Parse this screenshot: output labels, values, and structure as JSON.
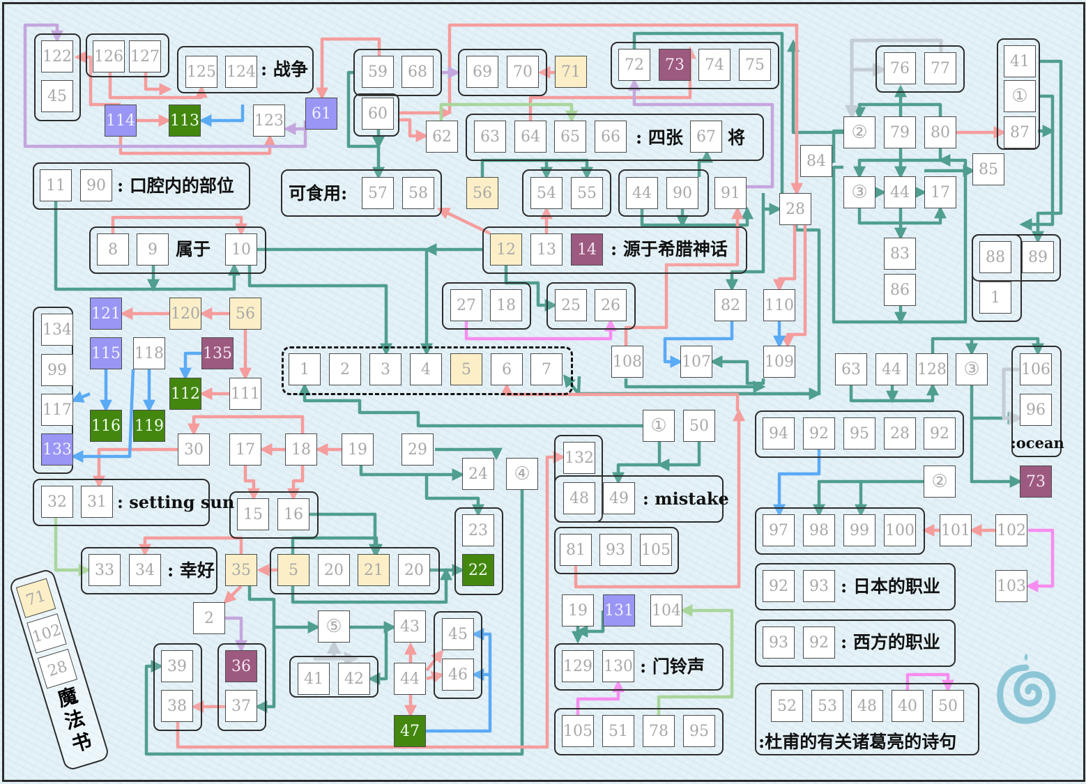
{
  "labels": {
    "war": ": 战争",
    "four_generals_a": ": 四张",
    "four_generals_b": "将",
    "edible": "可食用:",
    "mouth_parts": ": 口腔内的部位",
    "belongs_to": "属于",
    "greek_myth": ": 源于希腊神话",
    "setting_sun": ": setting sun",
    "fortunately": ": 幸好",
    "mistake": ": mistake",
    "doorbell": ": 门铃声",
    "japan_jobs": ": 日本的职业",
    "western_jobs": ": 西方的职业",
    "dufu_poem": ":杜甫的有关诸葛亮的诗句",
    "ocean": ":ocean"
  },
  "magic_book": {
    "title": "魔法书",
    "items": [
      "71",
      "102",
      "28"
    ]
  },
  "colors": {
    "teal": "#4f9e8e",
    "salmon": "#f59c9c",
    "blue": "#5aaaf5",
    "purple": "#c4a6de",
    "pink": "#f78cf0",
    "green": "#a9d69b",
    "gray": "#c4ccd4",
    "yellow_cell": "#fcefc7",
    "purple_cell": "#9a96f5",
    "green_cell": "#43870f",
    "mauve_cell": "#9c5a80"
  },
  "logo": "swirl-logo",
  "cells": [
    {
      "t": "122"
    },
    {
      "t": "45"
    },
    {
      "t": "126"
    },
    {
      "t": "127"
    },
    {
      "t": "125"
    },
    {
      "t": "124"
    },
    {
      "t": "114",
      "s": "p"
    },
    {
      "t": "113",
      "s": "g"
    },
    {
      "t": "123"
    },
    {
      "t": "61",
      "s": "p"
    },
    {
      "t": "59"
    },
    {
      "t": "68"
    },
    {
      "t": "60"
    },
    {
      "t": "62"
    },
    {
      "t": "69"
    },
    {
      "t": "70"
    },
    {
      "t": "71",
      "s": "y"
    },
    {
      "t": "72"
    },
    {
      "t": "73",
      "s": "m"
    },
    {
      "t": "74"
    },
    {
      "t": "75"
    },
    {
      "t": "63"
    },
    {
      "t": "64"
    },
    {
      "t": "65"
    },
    {
      "t": "66"
    },
    {
      "t": "67"
    },
    {
      "t": "41"
    },
    {
      "t": "①",
      "s": "c"
    },
    {
      "t": "87"
    },
    {
      "t": "76"
    },
    {
      "t": "77"
    },
    {
      "t": "②",
      "s": "c"
    },
    {
      "t": "79"
    },
    {
      "t": "80"
    },
    {
      "t": "84"
    },
    {
      "t": "85"
    },
    {
      "t": "③",
      "s": "c"
    },
    {
      "t": "44"
    },
    {
      "t": "17"
    },
    {
      "t": "83"
    },
    {
      "t": "86"
    },
    {
      "t": "88"
    },
    {
      "t": "89"
    },
    {
      "t": "1"
    },
    {
      "t": "11"
    },
    {
      "t": "90"
    },
    {
      "t": "57"
    },
    {
      "t": "58"
    },
    {
      "t": "56",
      "s": "y"
    },
    {
      "t": "54"
    },
    {
      "t": "55"
    },
    {
      "t": "44"
    },
    {
      "t": "90"
    },
    {
      "t": "91"
    },
    {
      "t": "28"
    },
    {
      "t": "8"
    },
    {
      "t": "9"
    },
    {
      "t": "10"
    },
    {
      "t": "12",
      "s": "y"
    },
    {
      "t": "13"
    },
    {
      "t": "14",
      "s": "m"
    },
    {
      "t": "121",
      "s": "p"
    },
    {
      "t": "120",
      "s": "y"
    },
    {
      "t": "56",
      "s": "y"
    },
    {
      "t": "134"
    },
    {
      "t": "99"
    },
    {
      "t": "117"
    },
    {
      "t": "133",
      "s": "p"
    },
    {
      "t": "115",
      "s": "p"
    },
    {
      "t": "118"
    },
    {
      "t": "135",
      "s": "m"
    },
    {
      "t": "112",
      "s": "g"
    },
    {
      "t": "111"
    },
    {
      "t": "116",
      "s": "g"
    },
    {
      "t": "119",
      "s": "g"
    },
    {
      "t": "27"
    },
    {
      "t": "18"
    },
    {
      "t": "25"
    },
    {
      "t": "26"
    },
    {
      "t": "82"
    },
    {
      "t": "110"
    },
    {
      "t": "108"
    },
    {
      "t": "107"
    },
    {
      "t": "109"
    },
    {
      "t": "1"
    },
    {
      "t": "2"
    },
    {
      "t": "3"
    },
    {
      "t": "4"
    },
    {
      "t": "5",
      "s": "y"
    },
    {
      "t": "6"
    },
    {
      "t": "7"
    },
    {
      "t": "63"
    },
    {
      "t": "44"
    },
    {
      "t": "128"
    },
    {
      "t": "③",
      "s": "c"
    },
    {
      "t": "106"
    },
    {
      "t": "96"
    },
    {
      "t": "30"
    },
    {
      "t": "17"
    },
    {
      "t": "18"
    },
    {
      "t": "19"
    },
    {
      "t": "29"
    },
    {
      "t": "①",
      "s": "c"
    },
    {
      "t": "50"
    },
    {
      "t": "94"
    },
    {
      "t": "92"
    },
    {
      "t": "95"
    },
    {
      "t": "28"
    },
    {
      "t": "92"
    },
    {
      "t": "32"
    },
    {
      "t": "31"
    },
    {
      "t": "15"
    },
    {
      "t": "16"
    },
    {
      "t": "24"
    },
    {
      "t": "④",
      "s": "c"
    },
    {
      "t": "132"
    },
    {
      "t": "48"
    },
    {
      "t": "49"
    },
    {
      "t": "②",
      "s": "c"
    },
    {
      "t": "73",
      "s": "m"
    },
    {
      "t": "23"
    },
    {
      "t": "97"
    },
    {
      "t": "98"
    },
    {
      "t": "99"
    },
    {
      "t": "100"
    },
    {
      "t": "101"
    },
    {
      "t": "102"
    },
    {
      "t": "33"
    },
    {
      "t": "34"
    },
    {
      "t": "35",
      "s": "y"
    },
    {
      "t": "5",
      "s": "y"
    },
    {
      "t": "20"
    },
    {
      "t": "21",
      "s": "y"
    },
    {
      "t": "20"
    },
    {
      "t": "22",
      "s": "g"
    },
    {
      "t": "81"
    },
    {
      "t": "93"
    },
    {
      "t": "105"
    },
    {
      "t": "92"
    },
    {
      "t": "93"
    },
    {
      "t": "103"
    },
    {
      "t": "2"
    },
    {
      "t": "⑤",
      "s": "c"
    },
    {
      "t": "43"
    },
    {
      "t": "45"
    },
    {
      "t": "19"
    },
    {
      "t": "131",
      "s": "p"
    },
    {
      "t": "104"
    },
    {
      "t": "93"
    },
    {
      "t": "92"
    },
    {
      "t": "39"
    },
    {
      "t": "36",
      "s": "m"
    },
    {
      "t": "41"
    },
    {
      "t": "42"
    },
    {
      "t": "44"
    },
    {
      "t": "46"
    },
    {
      "t": "129"
    },
    {
      "t": "130"
    },
    {
      "t": "38"
    },
    {
      "t": "37"
    },
    {
      "t": "52"
    },
    {
      "t": "53"
    },
    {
      "t": "48"
    },
    {
      "t": "40"
    },
    {
      "t": "50"
    },
    {
      "t": "47",
      "s": "g"
    },
    {
      "t": "105"
    },
    {
      "t": "51"
    },
    {
      "t": "78"
    },
    {
      "t": "95"
    }
  ]
}
